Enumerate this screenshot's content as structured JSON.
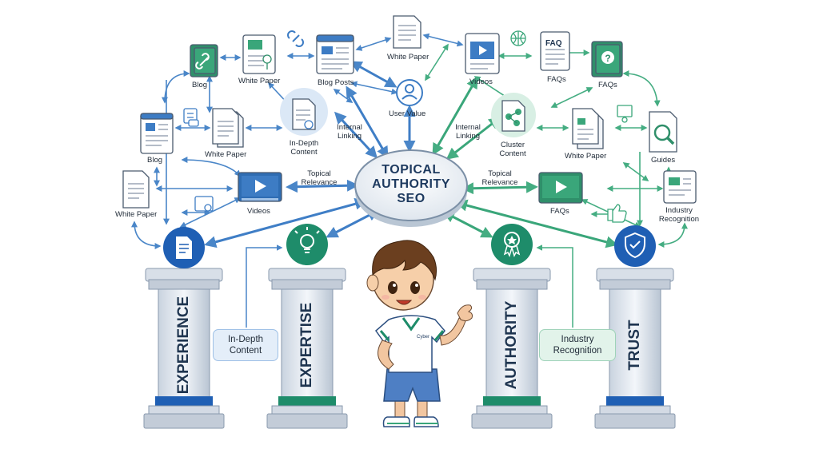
{
  "hub": {
    "title": "TOPICAL\nAUTHORITY\nSEO"
  },
  "labels": {
    "blog_top": "Blog",
    "white_paper_top": "White Paper",
    "blog_posts": "Blog Posts",
    "white_paper_center": "White Paper",
    "videos_top": "Videos",
    "faqs_top_left": "FAQs",
    "faqs_top_right": "FAQs",
    "blog_left": "Blog",
    "white_paper_mid_left": "White Paper",
    "in_depth_content_node": "In-Depth\nContent",
    "internal_linking_left": "Internal\nLinking",
    "user_value": "User Value",
    "internal_linking_right": "Internal\nLinking",
    "cluster_content": "Cluster\nContent",
    "white_paper_mid_right": "White Paper",
    "guides": "Guides",
    "white_paper_left": "White Paper",
    "videos_left": "Videos",
    "topical_relevance_left": "Topical\nRelevance",
    "topical_relevance_right": "Topical\nRelevance",
    "faqs_right": "FAQs",
    "industry_recognition_node": "Industry\nRecognition",
    "faq_icon_text": "FAQ",
    "shirt_text": "Cyber"
  },
  "pillars": [
    {
      "word": "EXPERIENCE",
      "accent": "#1f5fb4"
    },
    {
      "word": "EXPERTISE",
      "accent": "#1e8c6a"
    },
    {
      "word": "AUTHORITY",
      "accent": "#1e8c6a"
    },
    {
      "word": "TRUST",
      "accent": "#1f5fb4"
    }
  ],
  "callouts": {
    "in_depth": "In-Depth\nContent",
    "industry": "Industry\nRecognition"
  },
  "colors": {
    "blue": "#3d7cc4",
    "green": "#3aa67a",
    "navy": "#1f5fb4",
    "teal": "#1e8c6a"
  }
}
